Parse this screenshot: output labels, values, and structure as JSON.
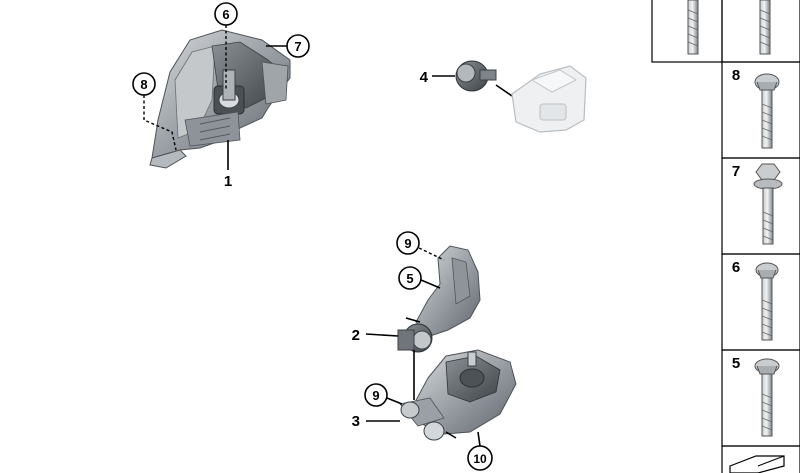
{
  "callouts": {
    "c1": "1",
    "c2": "2",
    "c3": "3",
    "c4": "4",
    "c5": "5",
    "c6": "6",
    "c7": "7",
    "c8": "8",
    "c9a": "9",
    "c9b": "9",
    "c10": "10"
  },
  "side_panel": {
    "labels": [
      "8",
      "7",
      "6",
      "5"
    ]
  },
  "colors": {
    "part_dark": "#6f757b",
    "part_mid": "#a3a8ad",
    "part_light": "#d4d7da",
    "bracket_ghost": "#eef0f1"
  }
}
